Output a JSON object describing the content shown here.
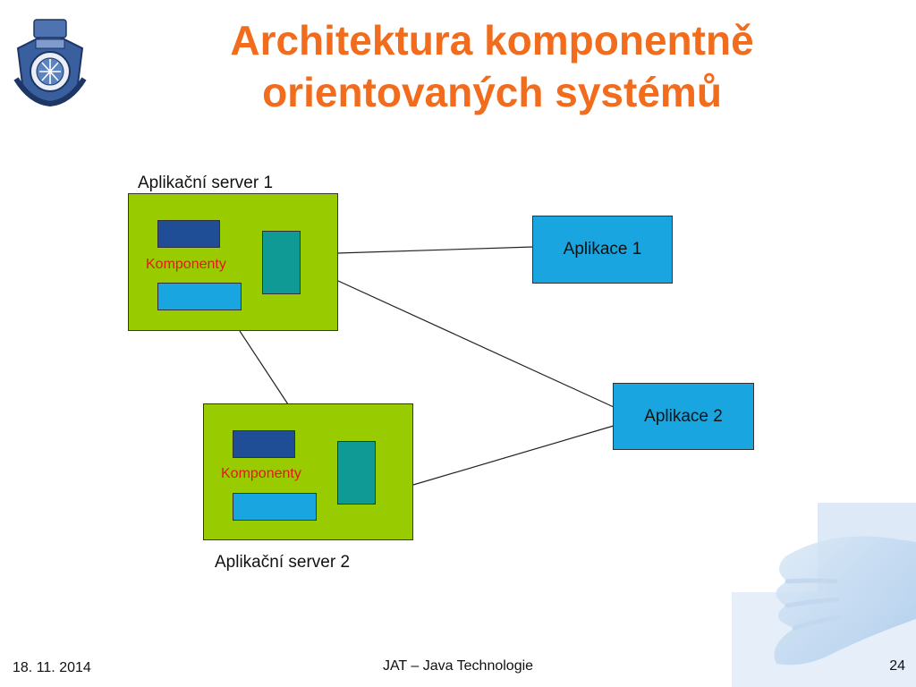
{
  "slide": {
    "title_line1": "Architektura komponentně",
    "title_line2": "orientovaných systémů"
  },
  "diagram": {
    "server1": {
      "caption": "Aplikační server 1",
      "component_label": "Komponenty"
    },
    "server2": {
      "caption": "Aplikační server 2",
      "component_label": "Komponenty"
    },
    "app1": {
      "label": "Aplikace 1"
    },
    "app2": {
      "label": "Aplikace 2"
    }
  },
  "footer": {
    "date": "18. 11. 2014",
    "course": "JAT – Java Technologie",
    "page": "24"
  },
  "colors": {
    "title": "#f26c1d",
    "server_fill": "#99cc00",
    "component_label": "#e01a1a",
    "app_fill": "#19a6e0",
    "block_dark": "#1f4e96",
    "block_teal": "#0f9a96"
  },
  "icons": {
    "logo": "university-crest-icon",
    "decoration": "hand-graphic"
  }
}
